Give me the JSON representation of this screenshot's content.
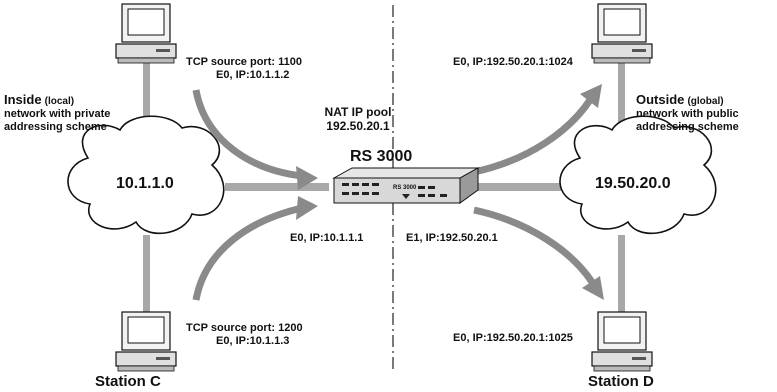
{
  "router": {
    "title": "RS 3000",
    "faceplate_label": "RS 3000"
  },
  "nat": {
    "pool_label": "NAT IP pool",
    "pool_ip": "192.50.20.1"
  },
  "inside": {
    "heading": "Inside",
    "qualifier": "(local)",
    "line2": "network with private",
    "line3": "addressing scheme",
    "cloud_label": "10.1.1.0"
  },
  "outside": {
    "heading": "Outside",
    "qualifier": "(global)",
    "line2": "network with public",
    "line3": "addressing scheme",
    "cloud_label": "19.50.20.0"
  },
  "flows": {
    "top_left_line1": "TCP source port: 1100",
    "top_left_line2": "E0, IP:10.1.1.2",
    "bottom_left_line1": "TCP source port: 1200",
    "bottom_left_line2": "E0, IP:10.1.1.3",
    "top_right": "E0, IP:192.50.20.1:1024",
    "bottom_right": "E0, IP:192.50.20.1:1025"
  },
  "interfaces": {
    "e0": "E0, IP:10.1.1.1",
    "e1": "E1, IP:192.50.20.1"
  },
  "stations": {
    "c": "Station C",
    "d": "Station D"
  },
  "colors": {
    "link": "#a8a8a8",
    "arrow": "#8a8a8a",
    "cloud_fill": "#ffffff",
    "cloud_stroke": "#111111",
    "router_body": "#d8d8d8"
  }
}
